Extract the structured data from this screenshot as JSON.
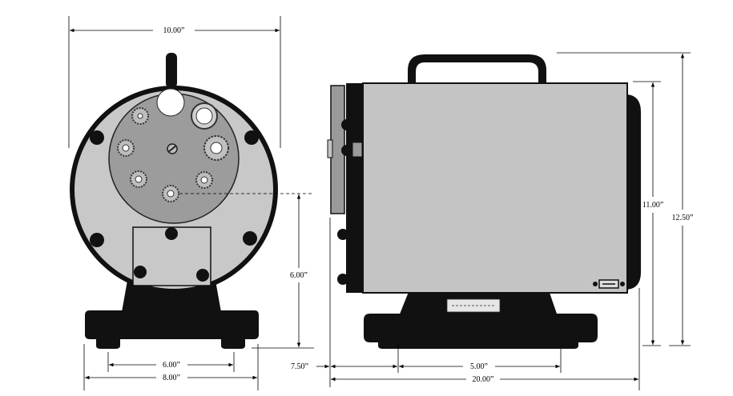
{
  "dimensions": {
    "front_width": "10.00”",
    "port_height": "6.00”",
    "base_inner_width": "6.00”",
    "base_outer_width": "8.00”",
    "side_height_inner": "11.00”",
    "side_height_outer": "12.50”",
    "base_offset": "7.50”",
    "side_mid_width": "5.00”",
    "side_total_width": "20.00”"
  },
  "colors": {
    "body_black": "#111111",
    "disc_gray": "#c6c6c6",
    "faceplate_gray": "#9a9a9a",
    "panel_gray": "#c2c2c2",
    "line": "#000000"
  }
}
